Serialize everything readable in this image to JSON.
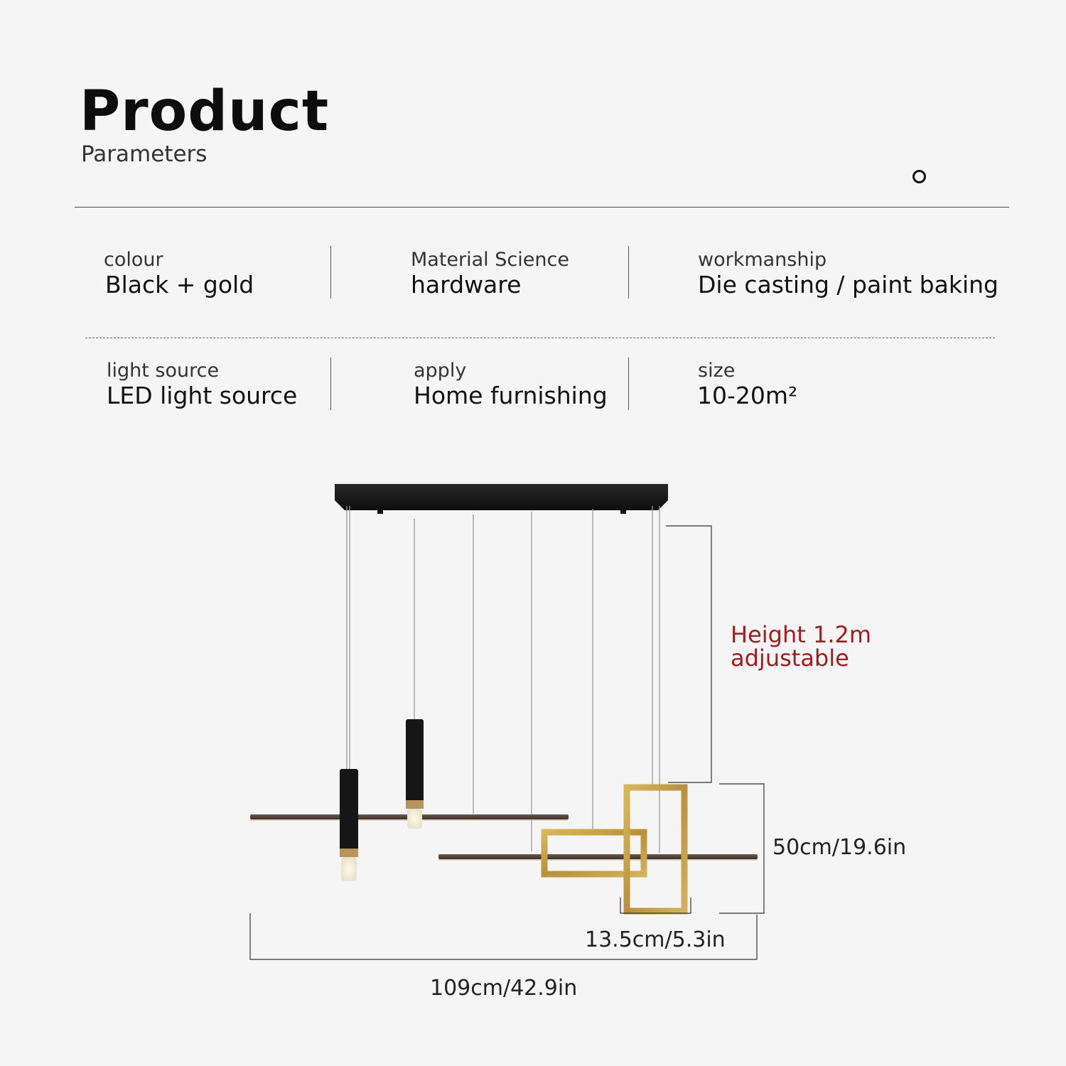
{
  "header": {
    "title": "Product",
    "subtitle": "Parameters"
  },
  "params": [
    {
      "label": "colour",
      "value": "Black + gold"
    },
    {
      "label": "Material Science",
      "value": "hardware"
    },
    {
      "label": "workmanship",
      "value": "Die casting / paint baking"
    },
    {
      "label": "light source",
      "value": "LED light source"
    },
    {
      "label": "apply",
      "value": "Home furnishing"
    },
    {
      "label": "size",
      "value": "10-20m²"
    }
  ],
  "dimensions": {
    "height_line1": "Height 1.2m",
    "height_line2": "adjustable",
    "frame_height": "50cm/19.6in",
    "frame_width": "13.5cm/5.3in",
    "total_width": "109cm/42.9in"
  },
  "colors": {
    "accent_red": "#a31c1c",
    "gold": "#c9a548",
    "black": "#1a1a1a",
    "bar_brown": "#5a4a3c"
  },
  "icons": [
    "ring-icon"
  ]
}
